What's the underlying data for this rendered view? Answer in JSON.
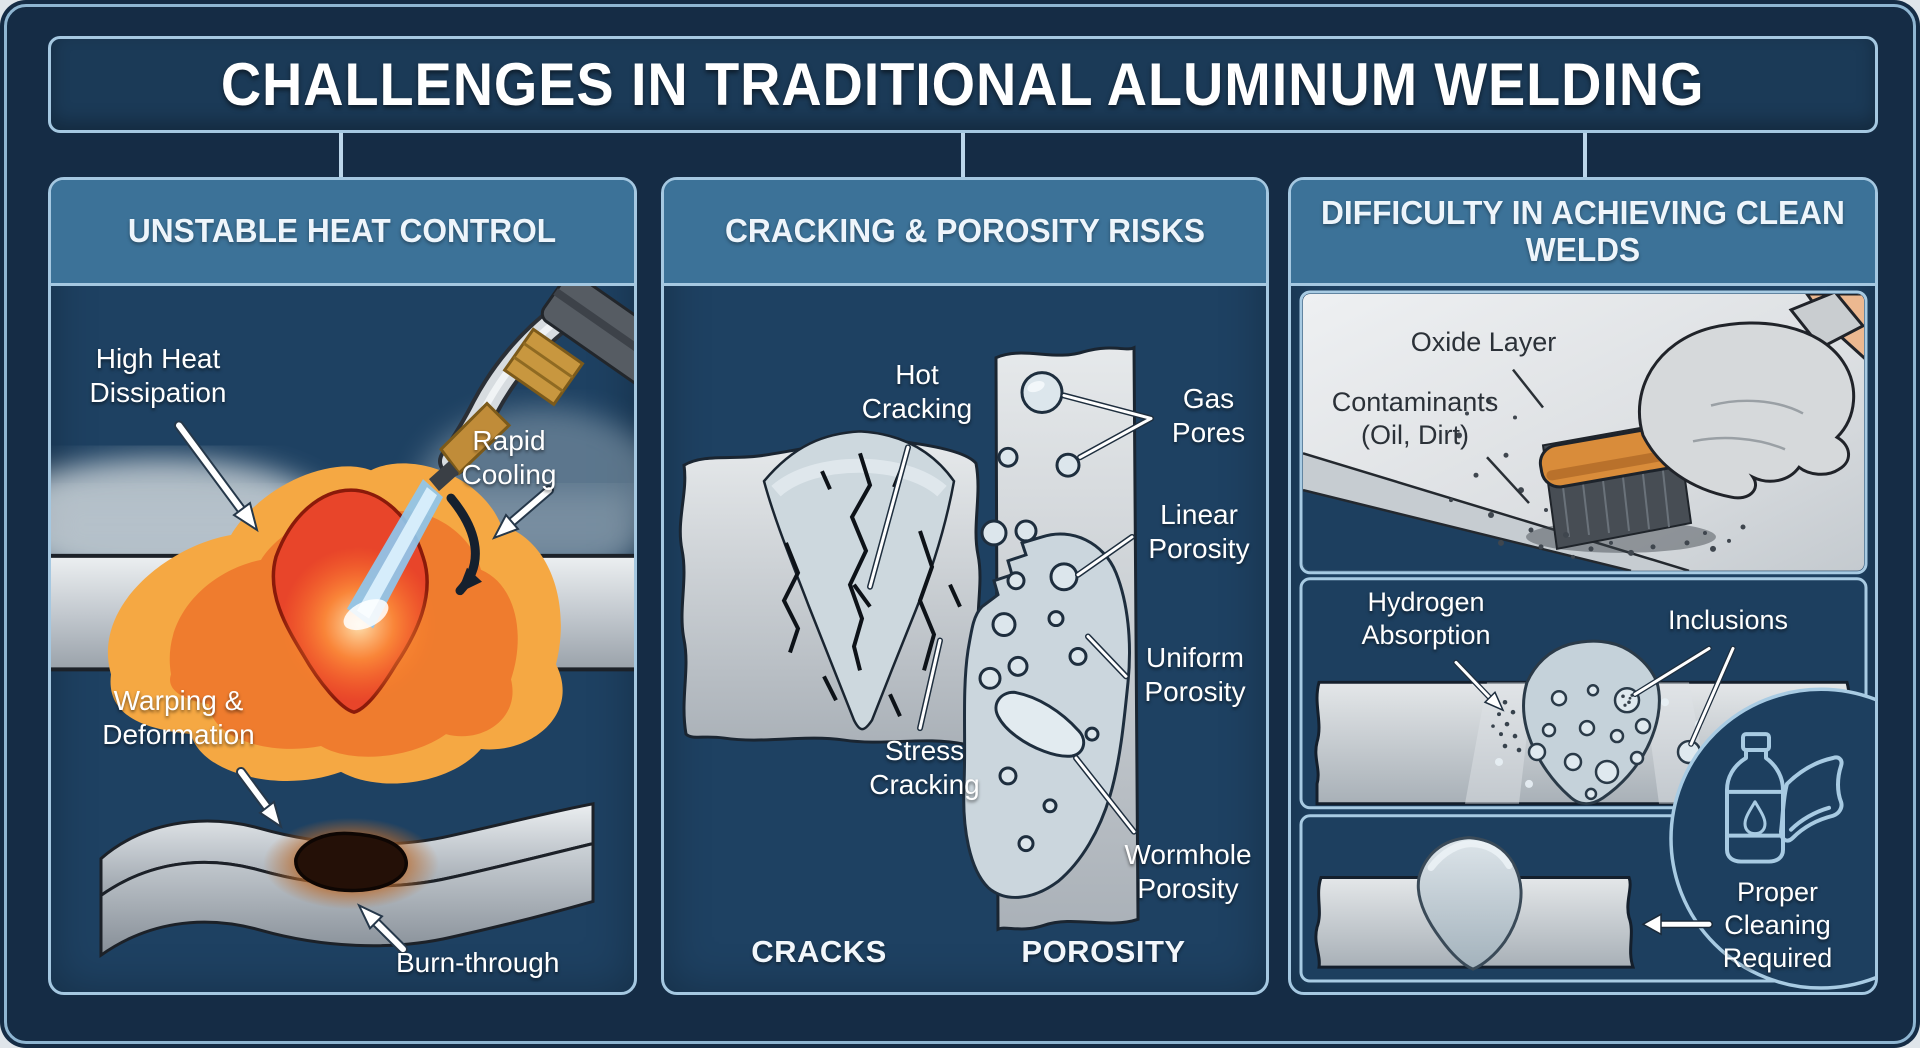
{
  "title": "CHALLENGES IN TRADITIONAL ALUMINUM WELDING",
  "panels": [
    {
      "id": "unstable-heat",
      "header": "UNSTABLE HEAT CONTROL",
      "labels": {
        "high_heat": "High Heat Dissipation",
        "rapid_cooling": "Rapid Cooling",
        "warping": "Warping & Deformation",
        "burn_through": "Burn-through"
      }
    },
    {
      "id": "cracking-porosity",
      "header": "CRACKING & POROSITY RISKS",
      "labels": {
        "hot_cracking": "Hot Cracking",
        "stress_cracking": "Stress Cracking",
        "gas_pores": "Gas Pores",
        "linear_porosity": "Linear Porosity",
        "uniform_porosity": "Uniform Porosity",
        "wormhole_porosity": "Wormhole Porosity"
      },
      "captions": {
        "cracks": "CRACKS",
        "porosity": "POROSITY"
      }
    },
    {
      "id": "clean-welds",
      "header": "DIFFICULTY IN ACHIEVING CLEAN WELDS",
      "labels": {
        "oxide_layer": "Oxide Layer",
        "contaminants": "Contaminants (Oil, Dirt)",
        "hydrogen": "Hydrogen Absorption",
        "inclusions": "Inclusions",
        "proper_cleaning": "Proper Cleaning Required"
      }
    }
  ],
  "icons": {
    "cleaning_bottle": "bottle-with-droplet-icon",
    "cleaning_cloth": "folded-cloth-icon",
    "wire_brush": "wire-brush-icon",
    "torch": "welding-torch-icon"
  },
  "colors": {
    "background": "#152c45",
    "panel": "#1e4162",
    "header_band": "#3c7298",
    "border": "#a5c8e1",
    "text": "#ffffff",
    "dark_text": "#2b3138",
    "heat_outer": "#f5a843",
    "heat_mid": "#ef7c2e",
    "weld_red": "#e8452a",
    "flame_blue": "#8ec7ee",
    "metal_light": "#e8ebed",
    "metal_dark": "#99a1a9",
    "weld_gray": "#cdd8de"
  }
}
